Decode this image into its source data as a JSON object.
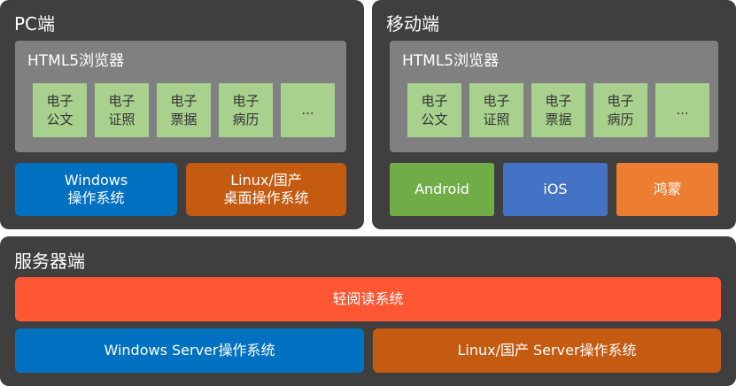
{
  "pc": {
    "title": "PC端",
    "browser_title": "HTML5浏览器",
    "tiles": [
      "电子\n公文",
      "电子\n证照",
      "电子\n票据",
      "电子\n病历",
      "..."
    ],
    "os": [
      "Windows\n操作系统",
      "Linux/国产\n桌面操作系统"
    ]
  },
  "mobile": {
    "title": "移动端",
    "browser_title": "HTML5浏览器",
    "tiles": [
      "电子\n公文",
      "电子\n证照",
      "电子\n票据",
      "电子\n病历",
      "..."
    ],
    "os": [
      "Android",
      "iOS",
      "鸿蒙"
    ]
  },
  "server": {
    "title": "服务器端",
    "app": "轻阅读系统",
    "os": [
      "Windows Server操作系统",
      "Linux/国产 Server操作系统"
    ]
  },
  "colors": {
    "panel": "#3f3f3f",
    "browser": "#808080",
    "tile": "#a9d18e",
    "windows_blue": "#0070c0",
    "linux_orange": "#c55a11",
    "android_green": "#70ad47",
    "ios_blue": "#4472c4",
    "harmony_orange": "#ed7d31",
    "app_red": "#ff5733"
  }
}
